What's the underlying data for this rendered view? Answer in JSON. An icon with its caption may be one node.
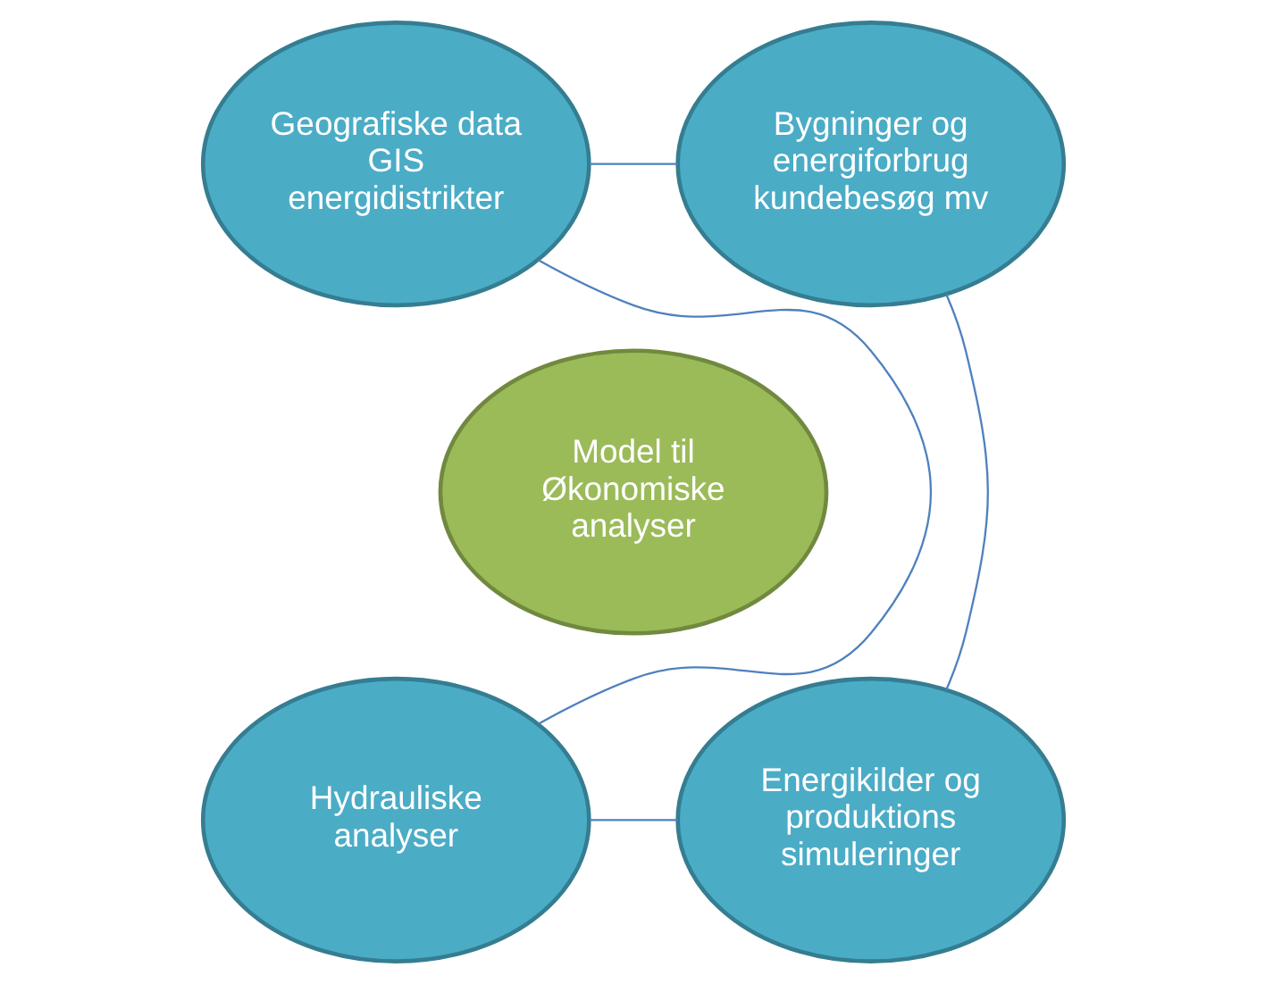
{
  "diagram": {
    "nodes": [
      {
        "text": [
          "Geografiske data GIS energidistrikter"
        ]
      },
      {
        "text": [
          "Bygninger og energiforbrug kundebesøg mv"
        ]
      },
      {
        "text": [
          "Model til Økonomiske analyser"
        ]
      },
      {
        "text": [
          "Hydrauliske analyser"
        ]
      },
      {
        "text": [
          "Energikilder og produktions simuleringer"
        ]
      }
    ],
    "edges": [
      {
        "from": 0,
        "to": 1,
        "arrow": "none"
      },
      {
        "from": 0,
        "to": 3,
        "arrow": "none"
      },
      {
        "from": 1,
        "to": 4,
        "arrow": "none"
      },
      {
        "from": 3,
        "to": 4,
        "arrow": "none"
      }
    ]
  }
}
